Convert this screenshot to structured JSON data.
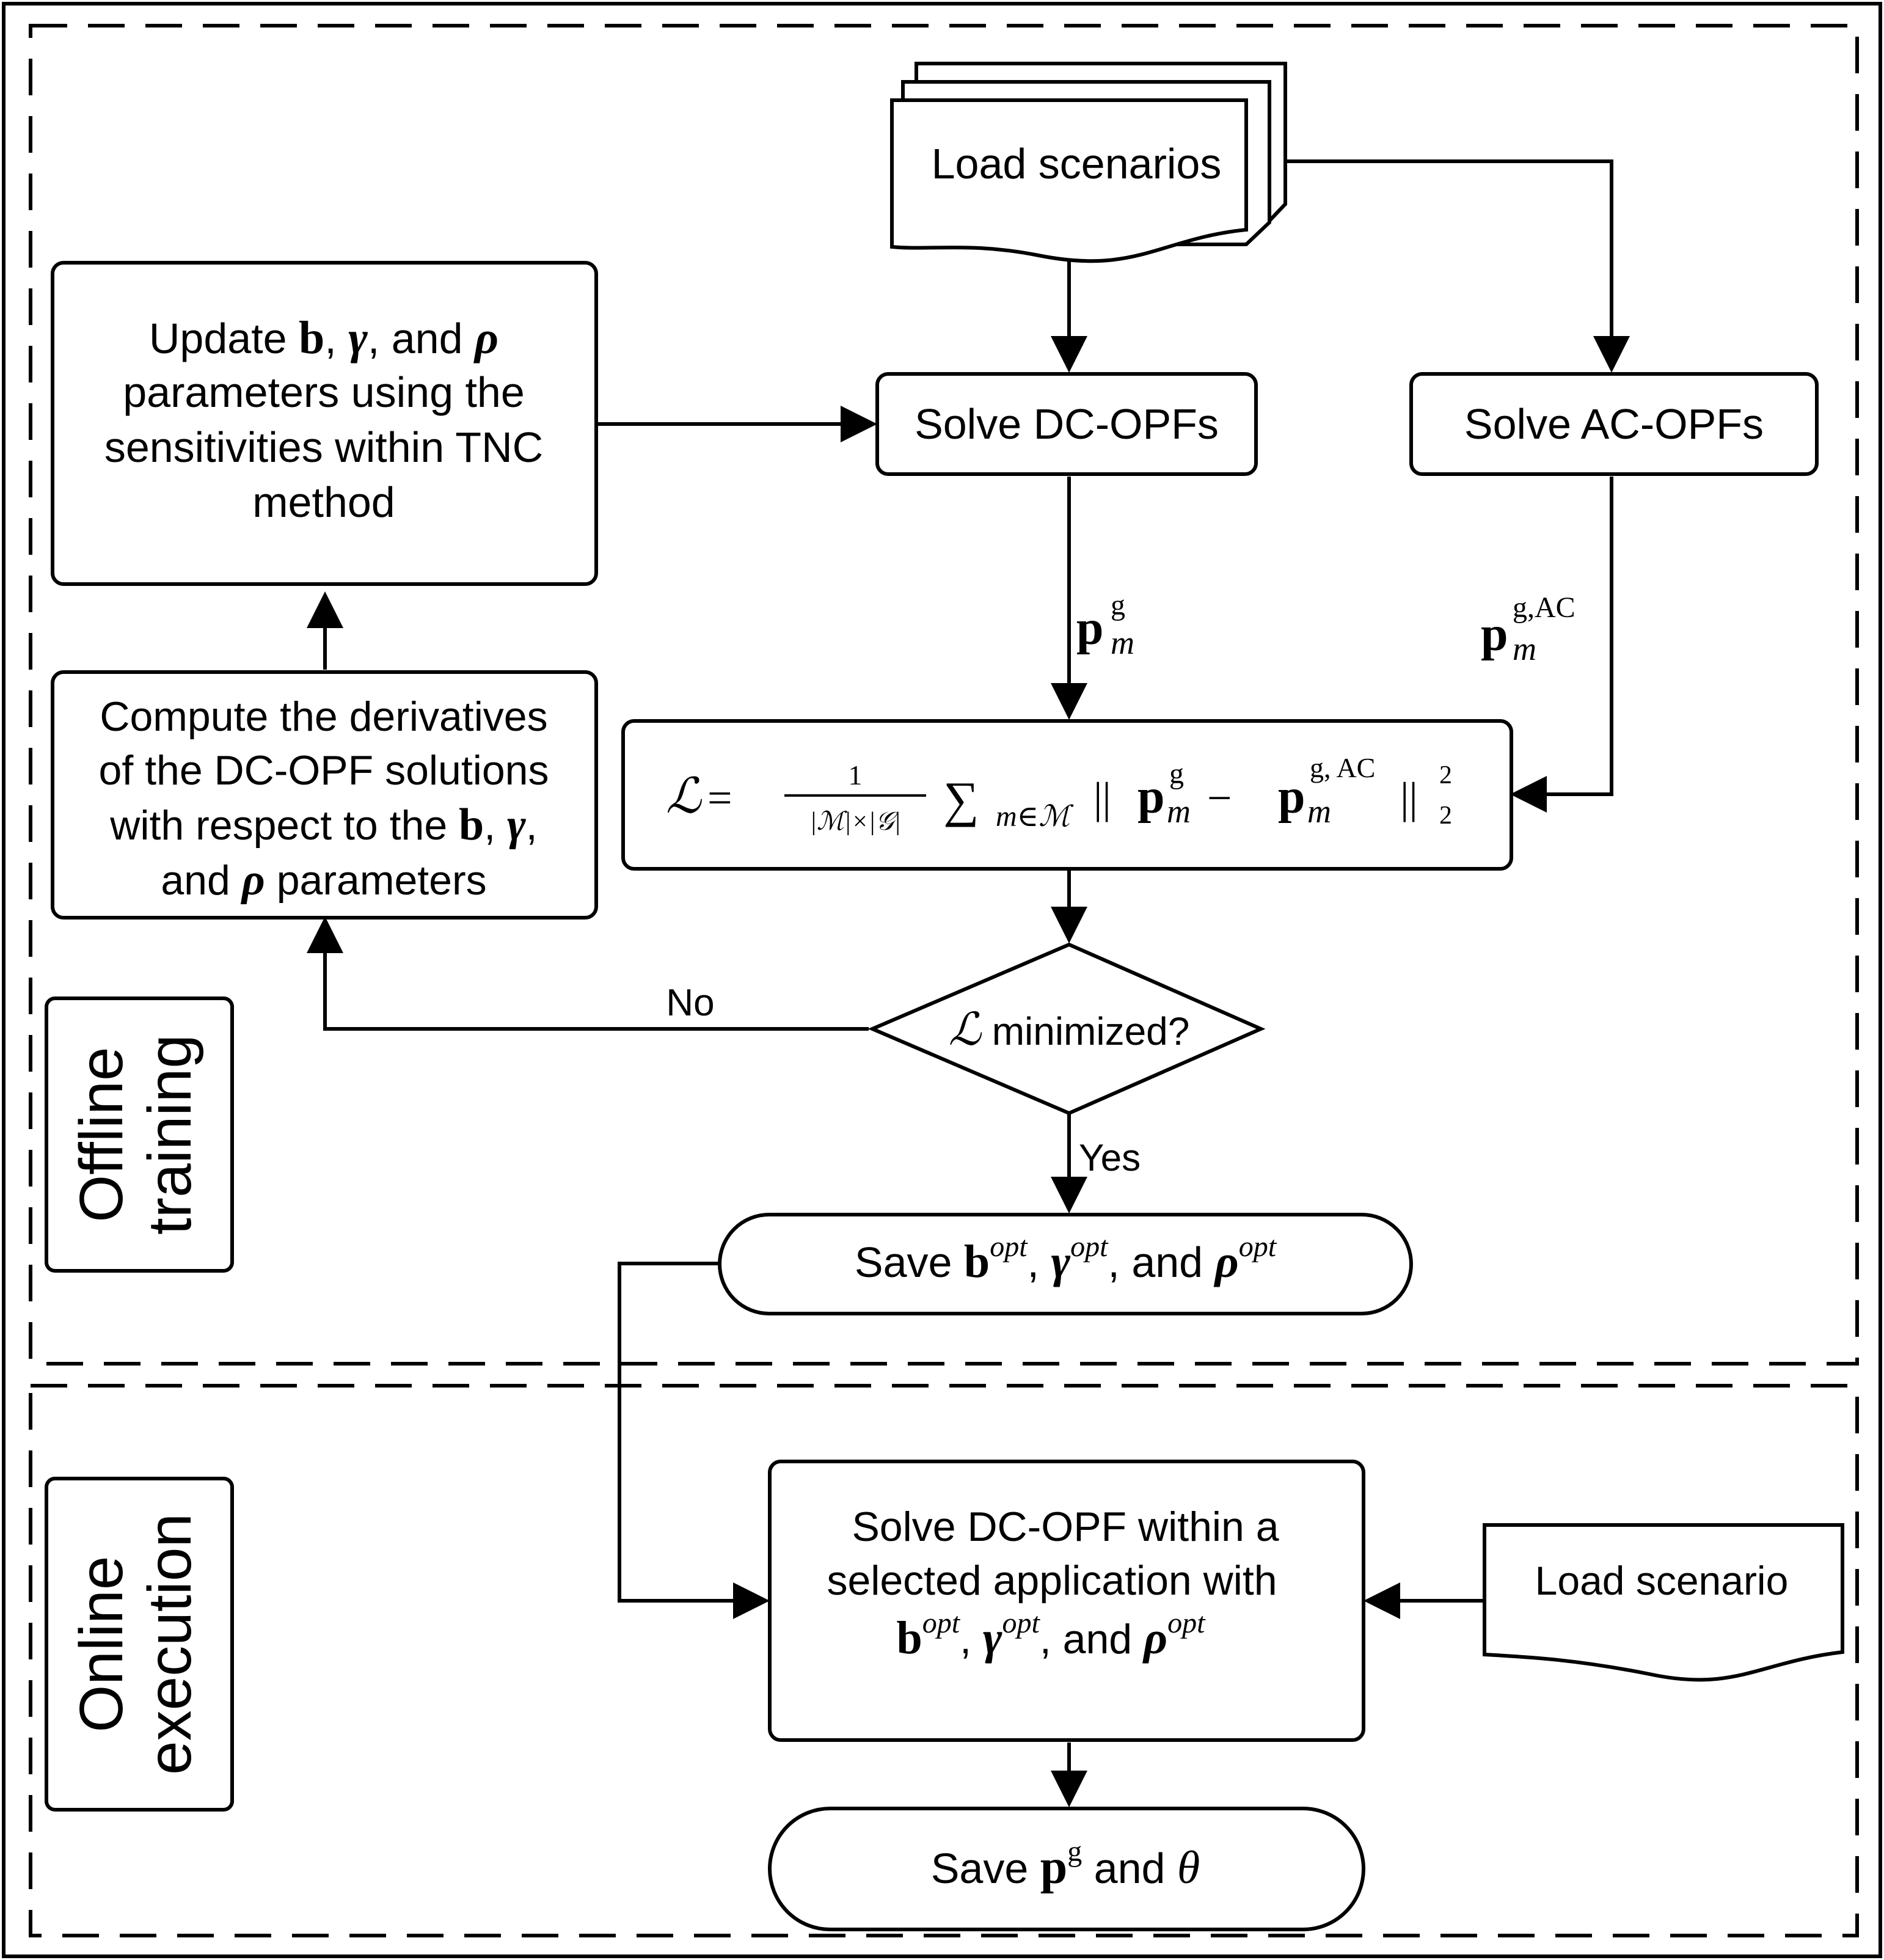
{
  "regions": {
    "offline_label": [
      "Offline",
      "training"
    ],
    "online_label": [
      "Online",
      "execution"
    ]
  },
  "nodes": {
    "load_scenarios": "Load scenarios",
    "solve_dc": "Solve DC-OPFs",
    "solve_ac": "Solve AC-OPFs",
    "update_params": {
      "line1_pre": "Update ",
      "line1_b": "b",
      "line1_sep1": ", ",
      "line1_gamma": "γ",
      "line1_sep2": ", and ",
      "line1_rho": "ρ",
      "line2": "parameters using the",
      "line3": "sensitivities within TNC",
      "line4": "method"
    },
    "compute_derivatives": {
      "line1": "Compute the derivatives",
      "line2": "of the DC-OPF solutions",
      "line3_pre": "with respect to the ",
      "line3_b": "b",
      "line3_sep1": ", ",
      "line3_gamma": "γ",
      "line3_sep2": ",",
      "line4_pre": "and ",
      "line4_rho": "ρ",
      "line4_post": " parameters"
    },
    "loss": {
      "L": "ℒ",
      "eq": " = ",
      "frac_num": "1",
      "frac_den": "|ℳ|×|𝒢|",
      "sum": "∑",
      "sum_sub": "m∈ℳ",
      "open": " ||",
      "p1": "p",
      "p1_sup": "g",
      "p1_sub": "m",
      "minus": " − ",
      "p2": "p",
      "p2_sup": "g, AC",
      "p2_sub": "m",
      "close": "||",
      "close_sup": "2",
      "close_sub": "2"
    },
    "decision": {
      "L": "ℒ",
      "text": " minimized?"
    },
    "save_params": {
      "pre": "Save ",
      "b": "b",
      "sup": "opt",
      "sep1": ", ",
      "gamma": "γ",
      "sep2": ", and ",
      "rho": "ρ"
    },
    "solve_online": {
      "line1": "Solve DC-OPF within a",
      "line2": "selected application with",
      "b": "b",
      "sup": "opt",
      "sep1": ", ",
      "gamma": "γ",
      "sep2": ", and ",
      "rho": "ρ"
    },
    "load_scenario": "Load scenario",
    "save_results": {
      "pre": "Save ",
      "p": "p",
      "p_sup": "g",
      "mid": " and ",
      "theta": "θ"
    }
  },
  "edge_labels": {
    "dc_output": {
      "p": "p",
      "sup": "g",
      "sub": "m"
    },
    "ac_output": {
      "p": "p",
      "sup": "g,AC",
      "sub": "m"
    },
    "no": "No",
    "yes": "Yes"
  }
}
